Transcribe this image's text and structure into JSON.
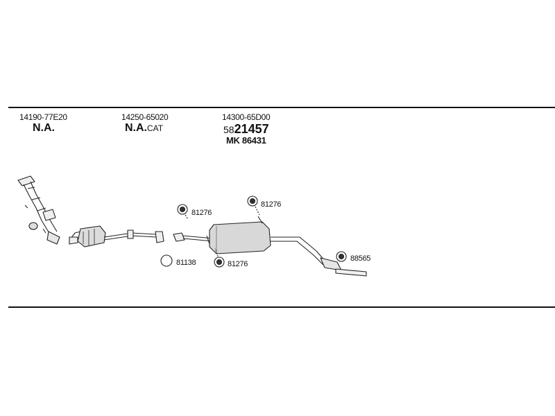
{
  "columns": [
    {
      "part_number": "14190-77E20",
      "status": "N.A.",
      "status_suffix": ""
    },
    {
      "part_number": "14250-65020",
      "status": "N.A.",
      "status_suffix": "CAT"
    },
    {
      "part_number": "14300-65D00",
      "ref_prefix": "58",
      "ref_main": "21457",
      "ref_line2": "MK  86431"
    }
  ],
  "clips": [
    {
      "code": "81276"
    },
    {
      "code": "81276"
    },
    {
      "code": "81138"
    },
    {
      "code": "81276"
    },
    {
      "code": "88565"
    }
  ]
}
